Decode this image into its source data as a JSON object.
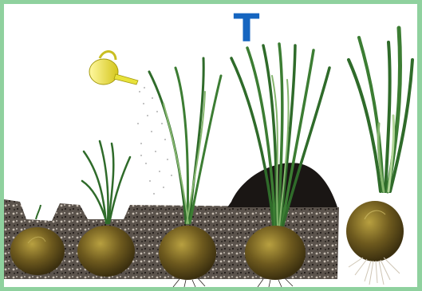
{
  "illustration": {
    "marker_letter": "T",
    "colors": {
      "frame": "#8fd19e",
      "background": "#ffffff",
      "marker": "#1565c0",
      "soil": "#3a3430",
      "soil_light": "#a79c90",
      "bulb": "#6e5a1e",
      "bulb_highlight": "#b8a040",
      "leaf": "#2f6b2a",
      "leaf_light": "#86b66f",
      "watering_can": "#e8e23a",
      "roots": "#e8e0d0"
    },
    "stages": [
      "bulb-in-pit",
      "sprout",
      "growing-leaves",
      "hilled-plant",
      "harvested-bulb"
    ]
  }
}
